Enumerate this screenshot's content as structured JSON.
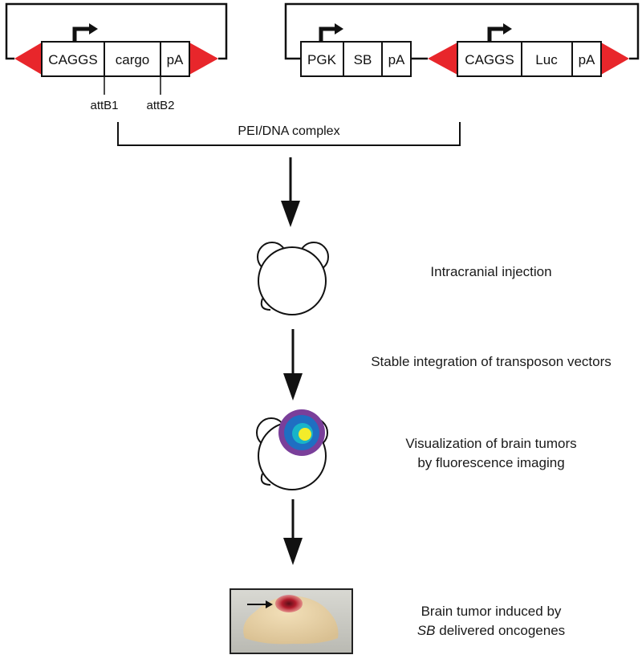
{
  "construct_left": {
    "segments": [
      "CAGGS",
      "cargo",
      "pA"
    ],
    "site_labels": [
      "attB1",
      "attB2"
    ]
  },
  "construct_right": {
    "segments": [
      "PGK",
      "SB",
      "pA",
      "CAGGS",
      "Luc",
      "pA"
    ]
  },
  "complex_label": "PEI/DNA complex",
  "steps": {
    "injection": "Intracranial injection",
    "integration": "Stable integration of transposon vectors",
    "visualization_line1": "Visualization of brain tumors",
    "visualization_line2": "by fluorescence imaging",
    "tumor_line1": "Brain tumor induced by",
    "tumor_line2_italic": "SB",
    "tumor_line2_rest": " delivered oncogenes"
  },
  "colors": {
    "ir_triangle": "#e8262b",
    "stroke": "#111111",
    "fluor_outer": "#7a3f9a",
    "fluor_mid": "#1f6fc2",
    "fluor_inner": "#18b4c9",
    "fluor_core": "#f3ec2a"
  }
}
